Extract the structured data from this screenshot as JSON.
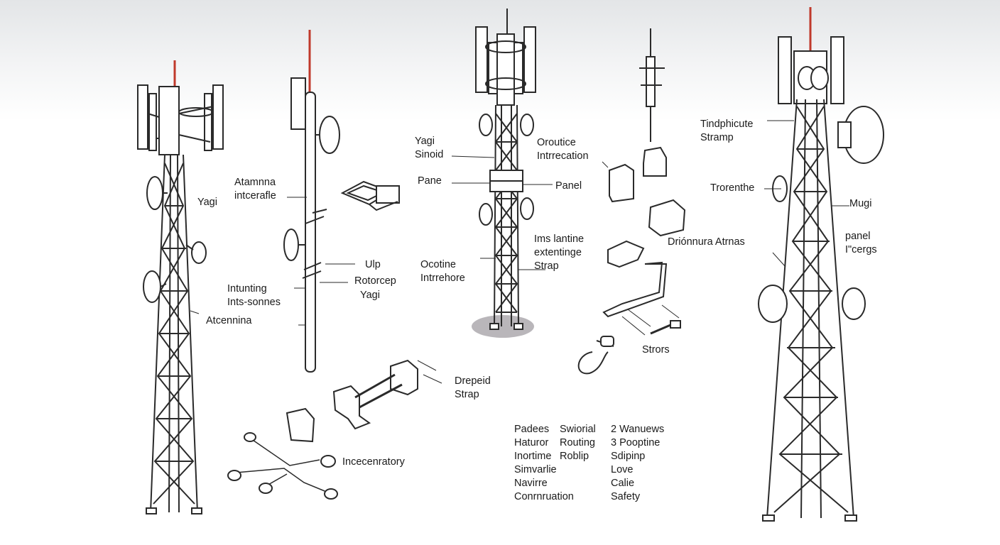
{
  "labels": {
    "t1_yagi": "Yagi",
    "mast_antenna_interface": "Atamnna\nintcerafle",
    "mast_mounting_insonnes": "Intunting\nInts-sonnes",
    "mast_antenna": "Atcennina",
    "mast_ulp": "Ulp",
    "mast_rotorcep": "Rotorcep",
    "mast_yagi": "Yagi",
    "t2_yagi_sinoid": "Yagi\nSinoid",
    "t2_pane": "Pane",
    "t2_panel": "Panel",
    "t2_orotice": "Oroutice\nIntrrecation",
    "t2_ocotine": "Ocotine\nIntrrehore",
    "t2_ims": "Ims lantine\nextentinge\nStrap",
    "parts_droped_strap": "Drepeid\nStrap",
    "parts_accessory": "Incecenratory",
    "parts_strors": "Strors",
    "parts_dronnura": "Driónnura Atrnas",
    "t3_tindphicute": "Tindphicute\nStramp",
    "t3_trorenthe": "Trorenthe",
    "t3_mugi": "Mugi",
    "t3_panel": "panel\nI\"cergs"
  },
  "legend": {
    "col1": [
      "Padees",
      "Haturor",
      "Inortime",
      "Simvarlie",
      "Navirre",
      "Conrnruation"
    ],
    "col2": [
      "Swiorial",
      "Routing",
      "Roblip",
      "",
      "",
      ""
    ],
    "col3": [
      "2 Wanuews",
      "3 Pooptine",
      "Sdipinp",
      "Love",
      "Calie",
      "Safety"
    ]
  },
  "colors": {
    "line": "#2a2a2a",
    "fill": "#ffffff",
    "shade": "#eeeeee",
    "red_mast": "#c0392b",
    "ground_shadow": "#b9b6ba"
  }
}
